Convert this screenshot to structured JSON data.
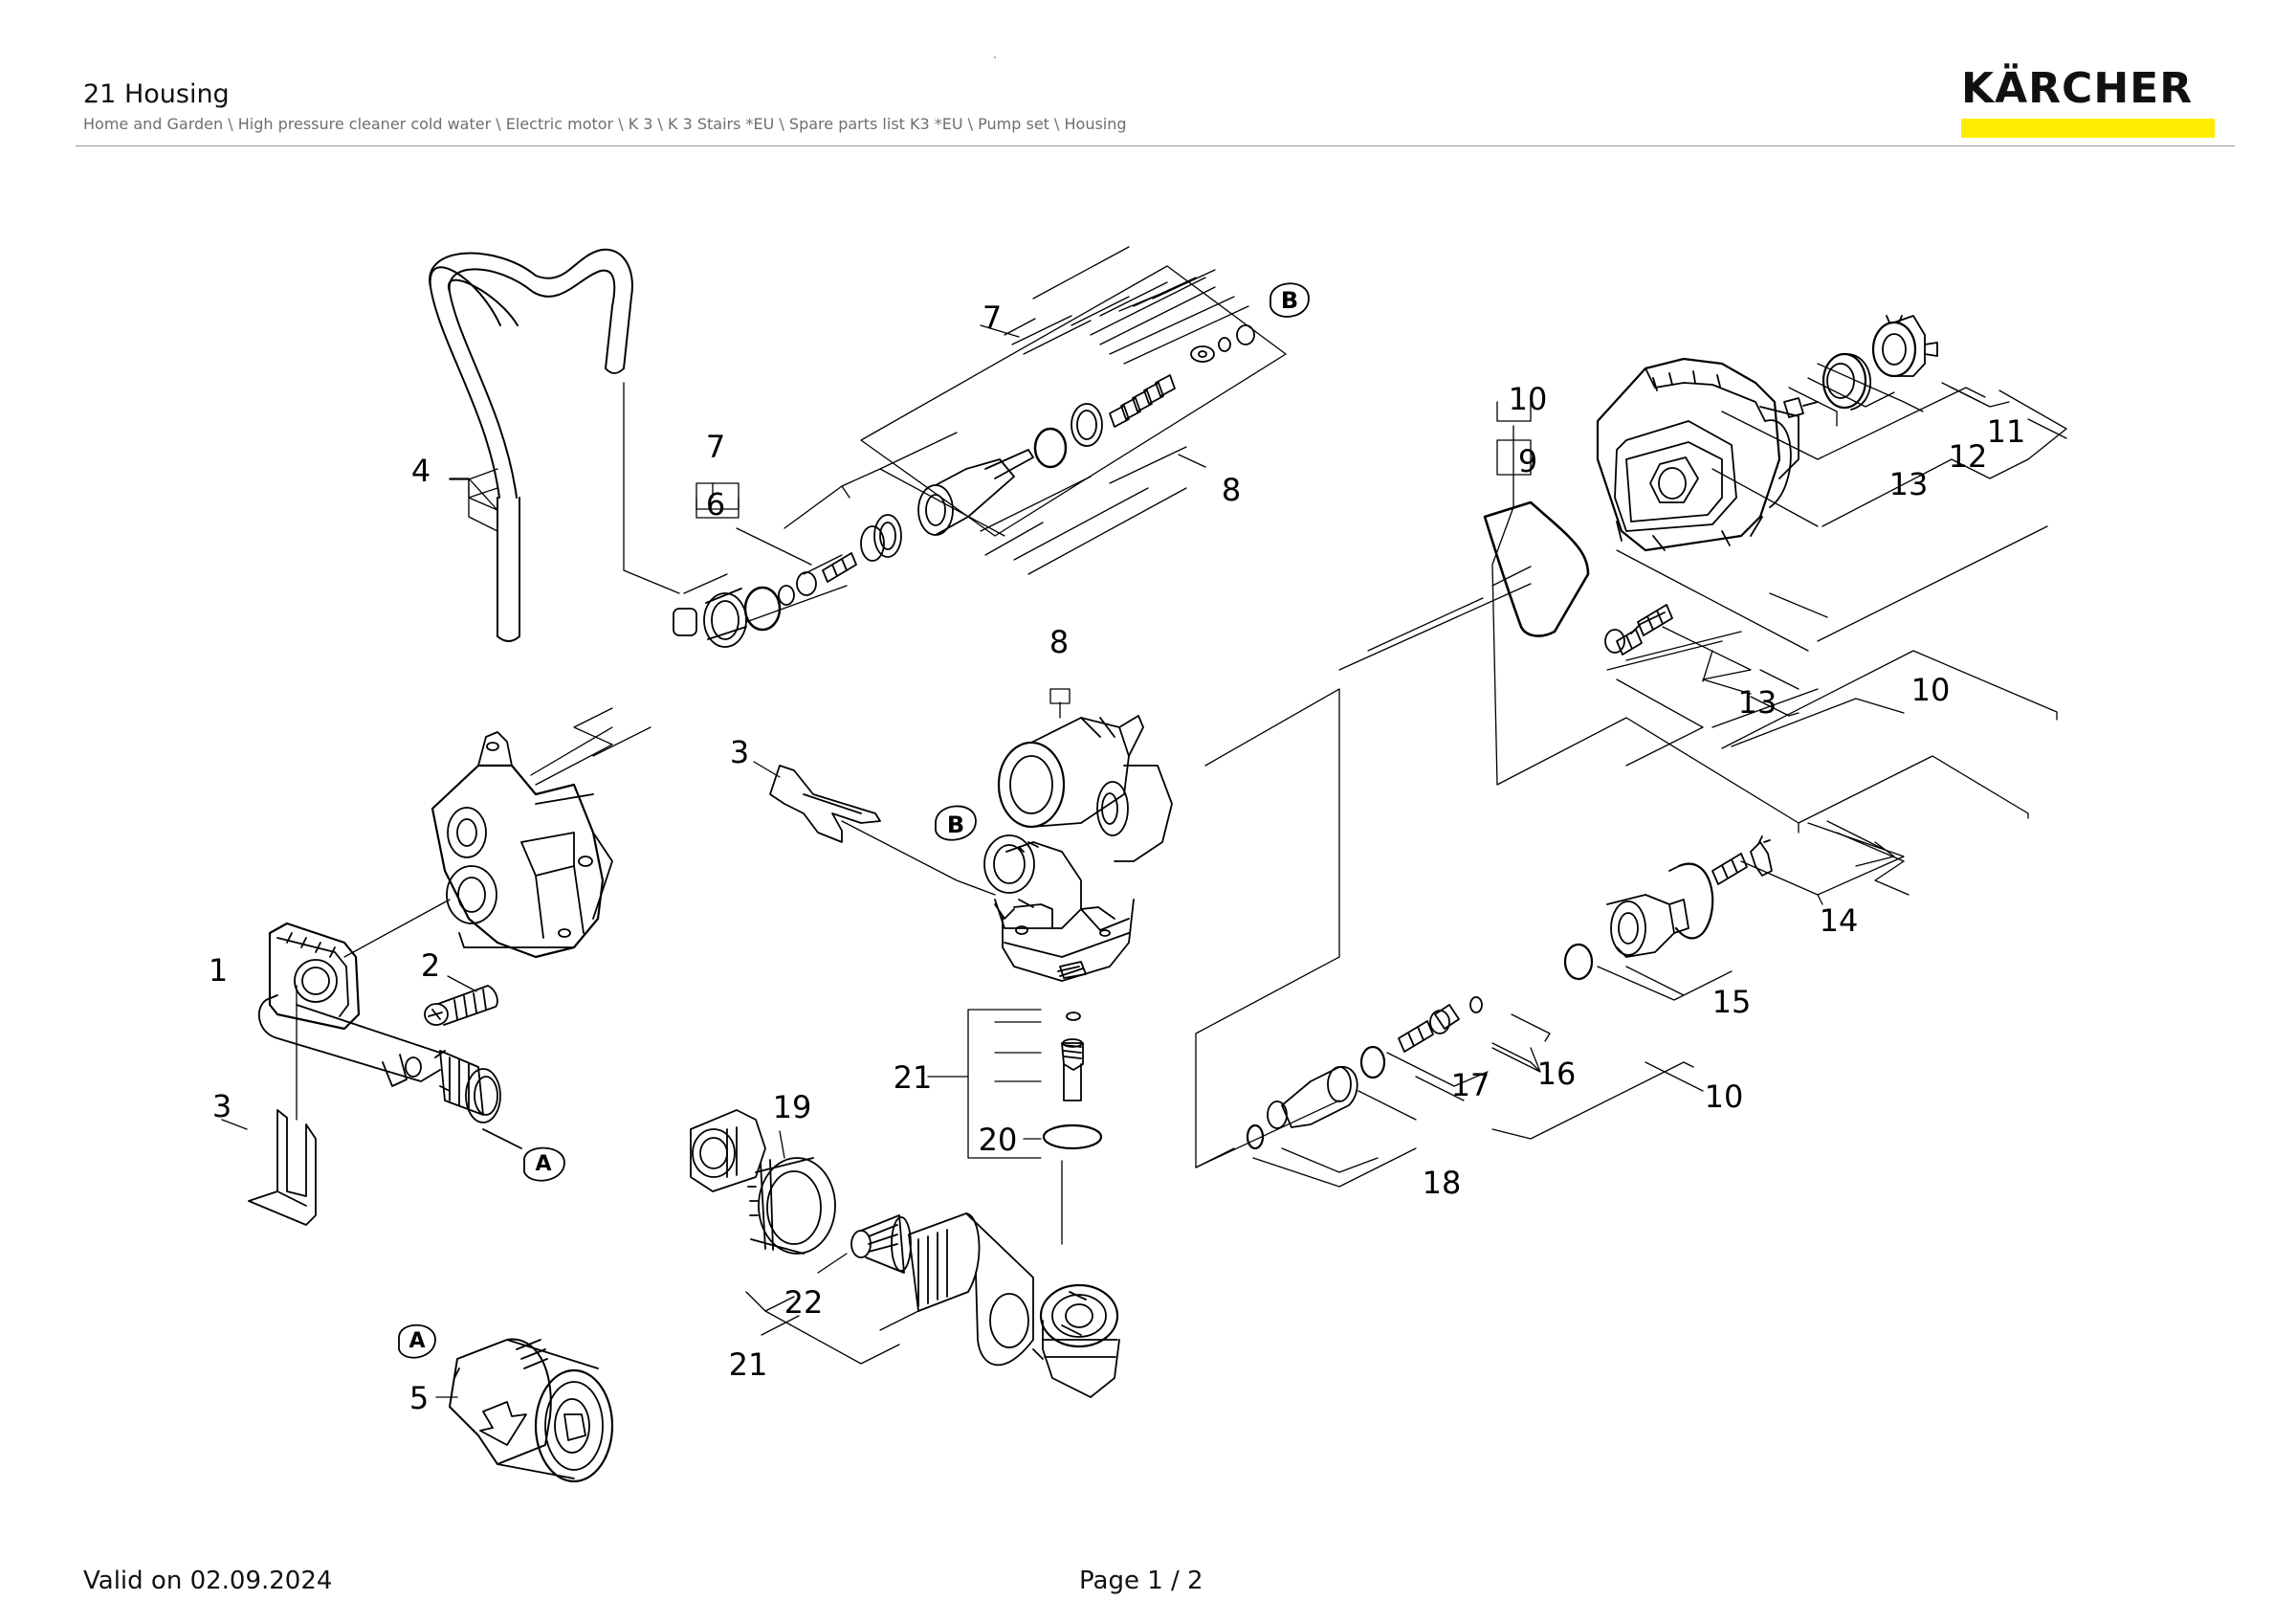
{
  "header": {
    "title": "21 Housing",
    "breadcrumb": "Home and Garden \\ High pressure cleaner cold water \\ Electric motor \\ K 3 \\ K 3 Stairs *EU \\ Spare parts list K3 *EU \\ Pump set \\ Housing",
    "logo_text": "KÄRCHER",
    "logo_bar_color": "#ffed00"
  },
  "diagram": {
    "labels": {
      "l1": "1",
      "l2": "2",
      "l3a": "3",
      "l3b": "3",
      "l4": "4",
      "l5": "5",
      "l6": "6",
      "l7a": "7",
      "l7b": "7",
      "l8a": "8",
      "l8b": "8",
      "l9": "9",
      "l10a": "10",
      "l10b": "10",
      "l10c": "10",
      "l11": "11",
      "l12": "12",
      "l13a": "13",
      "l13b": "13",
      "l14": "14",
      "l15": "15",
      "l16": "16",
      "l17": "17",
      "l18": "18",
      "l19": "19",
      "l20": "20",
      "l21a": "21",
      "l21b": "21",
      "l22": "22"
    },
    "callouts": {
      "a1": "A",
      "a2": "A",
      "b1": "B",
      "b2": "B"
    }
  },
  "footer": {
    "valid": "Valid on 02.09.2024",
    "page": "Page 1 / 2"
  }
}
